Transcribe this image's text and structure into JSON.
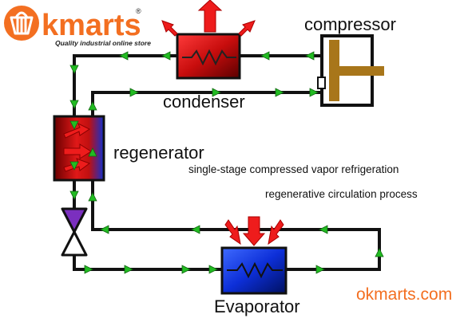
{
  "brand": {
    "logo_text": "kmarts",
    "tagline": "Quality industrial online store",
    "registered_mark": "®",
    "accent_color": "#f36f21"
  },
  "labels": {
    "compressor": "compressor",
    "condenser": "condenser",
    "regenerator": "regenerator",
    "evaporator": "Evaporator"
  },
  "captions": {
    "line1": "single-stage compressed vapor refrigeration",
    "line2": "regenerative circulation process"
  },
  "watermark": "okmarts.com",
  "colors": {
    "pipe": "#111111",
    "flow_arrow": "#22bb22",
    "heat_arrow": "#ee1c1c",
    "condenser": "#cc1111",
    "evaporator": "#1133dd",
    "compressor_piston": "#a8761a",
    "expansion_valve": "#7b2fbf"
  }
}
